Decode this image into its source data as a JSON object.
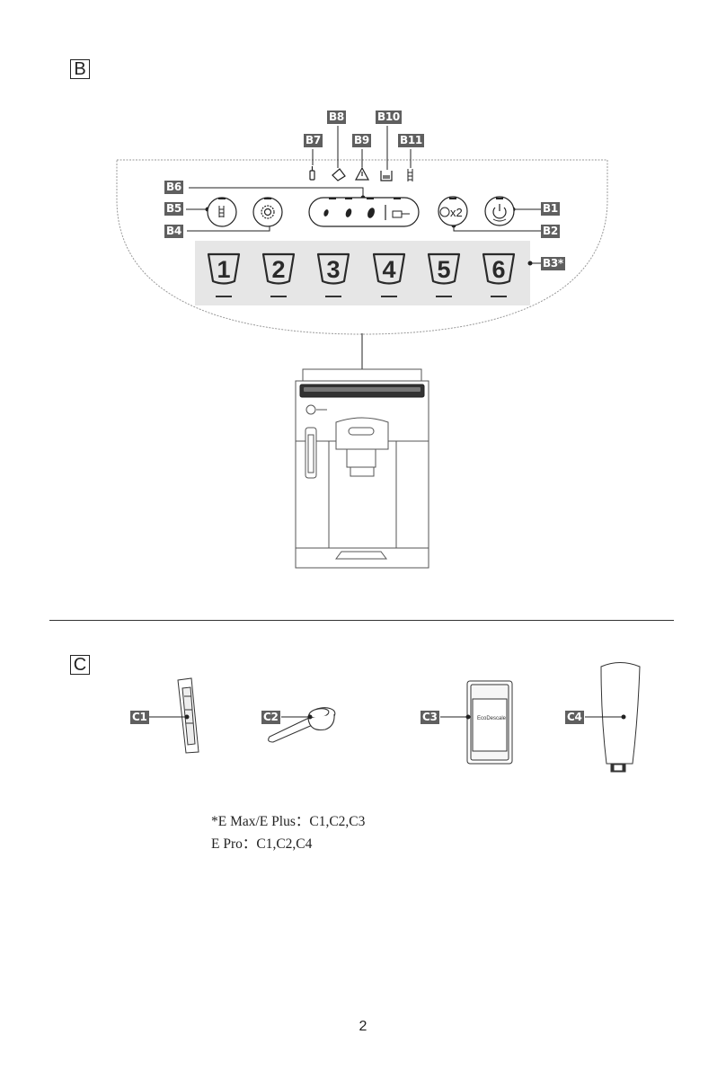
{
  "section_b": {
    "letter": "B"
  },
  "section_c": {
    "letter": "C"
  },
  "panel_labels": {
    "b1": "B1",
    "b2": "B2",
    "b3": "B3*",
    "b4": "B4",
    "b5": "B5",
    "b6": "B6",
    "b7": "B7",
    "b8": "B8",
    "b9": "B9",
    "b10": "B10",
    "b11": "B11"
  },
  "buttons": {
    "drinks": [
      "1",
      "2",
      "3",
      "4",
      "5",
      "6"
    ],
    "double": "x2"
  },
  "accessory_labels": {
    "c1": "C1",
    "c2": "C2",
    "c3": "C3",
    "c4": "C4"
  },
  "c3_pack_text": "EcoDescale",
  "notes": {
    "line1": "*E Max/E Plus：C1,C2,C3",
    "line2": "E Pro：C1,C2,C4"
  },
  "page_number": "2",
  "icons": {
    "b7": "water-tank-icon",
    "b8": "cup-tilt-icon",
    "b9": "warning-icon",
    "b10": "drip-tray-icon",
    "b11": "cleaning-icon",
    "b5": "rinse-icon",
    "b4": "settings-icon",
    "b1": "power-icon"
  }
}
